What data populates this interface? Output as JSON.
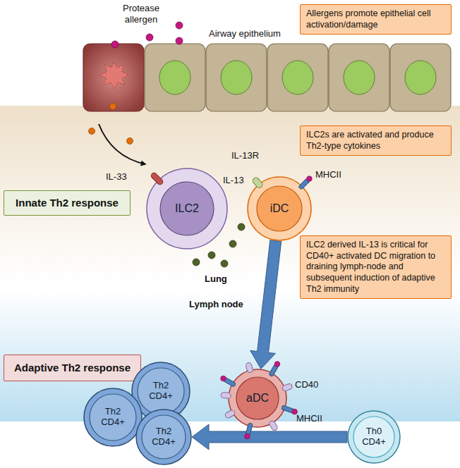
{
  "diagram": {
    "nodes": [
      {
        "text": [
          "Allergens promote epithelial cell activation/damage"
        ]
      },
      {
        "text": [
          "ILC2s are activated and produce Th2-type cytokines"
        ]
      },
      {
        "text": [
          "ILC2"
        ]
      },
      {
        "text": [
          "iDC"
        ]
      },
      {
        "text": [
          "Innate Th2 response"
        ]
      },
      {
        "text": [
          "ILC2 derived IL-13 is critical for CD40+ activated DC migration to draining lymph-node and subsequent induction of adaptive Th2 immunity"
        ]
      },
      {
        "text": [
          "Adaptive Th2 response"
        ]
      },
      {
        "text": [
          "aDC"
        ]
      },
      {
        "text": [
          "Th2 CD4+"
        ]
      },
      {
        "text": [
          "Th2 CD4+"
        ]
      },
      {
        "text": [
          "Th2 CD4+"
        ]
      },
      {
        "text": [
          "Th0 CD4+"
        ]
      }
    ],
    "edges": [
      {
        "from": 3,
        "to": 7,
        "arrow": "to"
      },
      {
        "from": 11,
        "to": 10,
        "arrow": "to"
      }
    ],
    "labels": [
      "Protease allergen",
      "Airway epithelium",
      "IL-33",
      "IL-13R",
      "IL-13",
      "MHCII",
      "Lung",
      "Lymph node",
      "CD40",
      "MHCII"
    ]
  }
}
